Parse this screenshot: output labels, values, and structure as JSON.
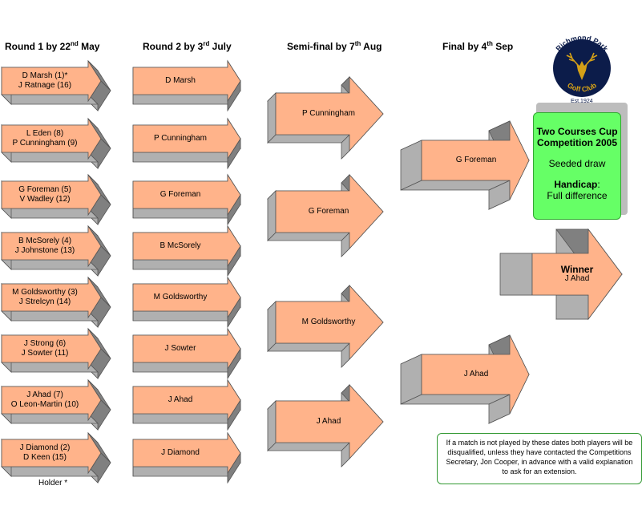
{
  "headers": {
    "round1": {
      "text": "Round 1 by 22",
      "sup": "nd",
      "tail": " May"
    },
    "round2": {
      "text": "Round 2 by 3",
      "sup": "rd",
      "tail": " July"
    },
    "semi": {
      "text": "Semi-final by 7",
      "sup": "th",
      "tail": " Aug"
    },
    "final": {
      "text": "Final by 4",
      "sup": "th",
      "tail": " Sep"
    }
  },
  "round1": [
    {
      "line1": "D Marsh (1)*",
      "line2": "J Ratnage (16)"
    },
    {
      "line1": "L Eden (8)",
      "line2": "P Cunningham (9)"
    },
    {
      "line1": "G Foreman (5)",
      "line2": "V Wadley (12)"
    },
    {
      "line1": "B McSorely (4)",
      "line2": "J Johnstone (13)"
    },
    {
      "line1": "M Goldsworthy (3)",
      "line2": "J Strelcyn (14)"
    },
    {
      "line1": "J Strong (6)",
      "line2": "J Sowter (11)"
    },
    {
      "line1": "J Ahad (7)",
      "line2": "O Leon-Martin (10)"
    },
    {
      "line1": "J Diamond (2)",
      "line2": "D Keen (15)"
    }
  ],
  "round2": [
    "D Marsh",
    "P Cunningham",
    "G Foreman",
    "B McSorely",
    "M Goldsworthy",
    "J Sowter",
    "J Ahad",
    "J Diamond"
  ],
  "semi": [
    "P Cunningham",
    "G Foreman",
    "M Goldsworthy",
    "J Ahad"
  ],
  "final": [
    "G Foreman",
    "J Ahad"
  ],
  "winner": {
    "title": "Winner",
    "name": "J Ahad"
  },
  "holder_note": "Holder *",
  "info": {
    "title": "Two Courses Cup Competition 2005",
    "draw": "Seeded draw",
    "handicap_label": "Handicap",
    "handicap_colon": ":",
    "handicap_value": "Full difference"
  },
  "note": "If a match is not played by these dates both players will be disqualified, unless they have contacted the Competitions Secretary, Jon Cooper, in advance with a valid explanation to ask for an extension.",
  "logo": {
    "top_text": "Richmond Park",
    "bottom_text": "Golf Club",
    "est": "Est.1924"
  },
  "colors": {
    "arrow_face": "#ffb38a",
    "arrow_side": "#b0b0b0",
    "arrow_side_dark": "#808080",
    "info_bg": "#66ff66",
    "note_border": "#339933",
    "logo_navy": "#0c1c4a",
    "logo_gold": "#d4a017"
  }
}
